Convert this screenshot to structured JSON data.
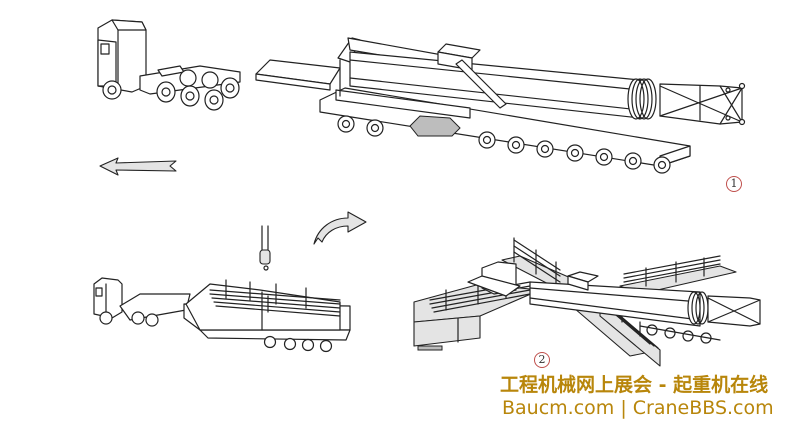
{
  "diagram": {
    "type": "crane-transport-sequence",
    "steps": [
      {
        "number": "1",
        "label": "①",
        "description": "Tractor detaches from self-propelled modular trailer carrying crane body"
      },
      {
        "number": "2",
        "label": "②",
        "description": "Crane base set up on ground mats with outriggers"
      }
    ],
    "arrows": [
      {
        "name": "left-arrow",
        "direction": "left"
      },
      {
        "name": "curved-arrow",
        "direction": "right"
      }
    ],
    "objects": [
      "tractor-truck",
      "crane-body-on-trailer",
      "hook-block",
      "lowboy-trailer-with-mats",
      "crane-on-outrigger-mats"
    ]
  },
  "watermark": {
    "line1": "工程机械网上展会 - 起重机在线",
    "line2": "Baucm.com | CraneBBS.com",
    "color": "#b8860b"
  }
}
